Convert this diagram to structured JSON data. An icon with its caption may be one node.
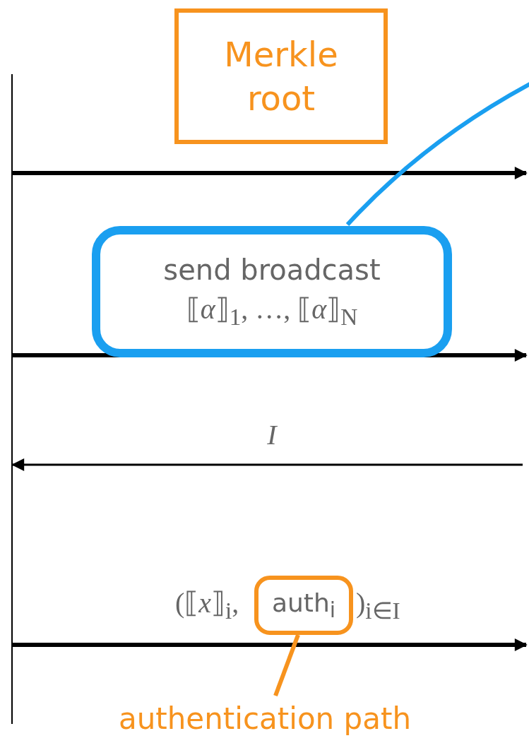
{
  "diagram": {
    "nodes": [
      {
        "text": [
          "Merkle root"
        ]
      },
      {
        "text": [
          "send broadcast",
          "⟦*α*⟧$_{1}$, …, ⟦*α*⟧$_{N}$"
        ]
      },
      {
        "text": [
          "auth$_{i}$"
        ]
      },
      {
        "text": [
          "authentication path"
        ]
      },
      {
        "text": [],
        "shape": "bar"
      }
    ],
    "edges": [
      {
        "from": 4,
        "to": null,
        "arrow": "to"
      },
      {
        "from": 4,
        "to": null,
        "arrow": "to"
      },
      {
        "from": null,
        "to": 4,
        "arrow": "to",
        "label": "*I*"
      },
      {
        "from": 4,
        "to": null,
        "arrow": "to"
      },
      {
        "from": 1,
        "to": null,
        "arrow": "none",
        "color": "#1a9ff0"
      },
      {
        "from": 3,
        "to": 2,
        "arrow": "none",
        "color": "#f7931e"
      }
    ],
    "labels": [
      "(⟦*x*⟧$_{i}$,",
      ")$_{i∈I}$"
    ]
  }
}
